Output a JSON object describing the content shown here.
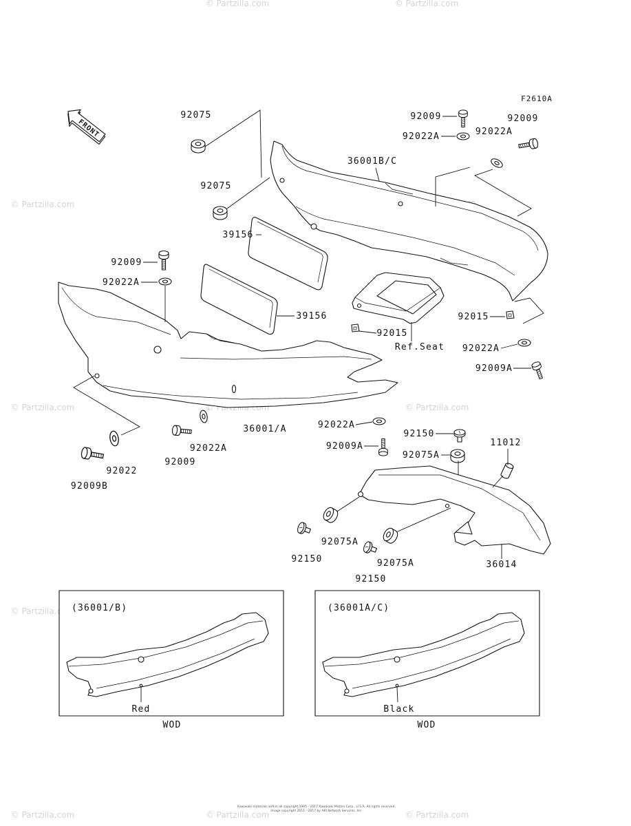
{
  "diagram": {
    "code": "F2610A",
    "front_label": "FRONT",
    "callouts": [
      "92075",
      "92075",
      "39156",
      "92009",
      "92022A",
      "39156",
      "92015",
      "Ref.Seat",
      "36001B/C",
      "92009",
      "92022A",
      "92022A",
      "92009",
      "92015",
      "92022A",
      "92009A",
      "36001/A",
      "92022A",
      "92150",
      "11012",
      "92009A",
      "92075A",
      "92022A",
      "92009",
      "92022",
      "92009B",
      "92075A",
      "92150",
      "92075A",
      "36014",
      "92150"
    ]
  },
  "insets": [
    {
      "model": "(36001/B)",
      "color_label": "Red",
      "note": "WOD"
    },
    {
      "model": "(36001A/C)",
      "color_label": "Black",
      "note": "WOD"
    }
  ],
  "watermark": "© Partzilla.com",
  "footer": {
    "line1": "Kawasaki materials within all copyright 1995 - 2017 Kawasaki Motors Corp., U.S.A. All rights reserved.",
    "line2": "Image copyright 2011 - 2017 by ARI Network Services, Inc."
  },
  "colors": {
    "ink": "#111111",
    "watermark": "#d4d4d4",
    "background": "#ffffff"
  }
}
